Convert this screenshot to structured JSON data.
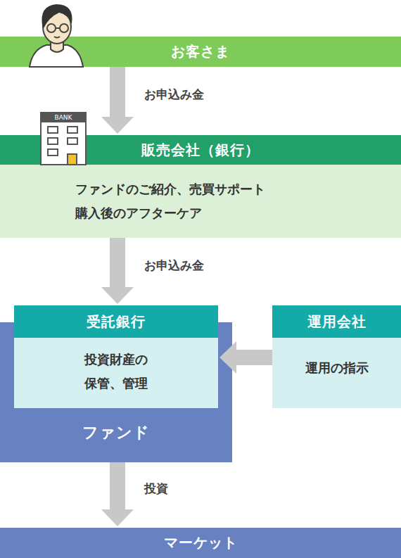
{
  "diagram": {
    "nodes": [
      {
        "text": [
          "お客さま"
        ]
      },
      {
        "text": [
          "販売会社（銀行）",
          "ファンドのご紹介、売買サポート 購入後のアフターケア"
        ]
      },
      {
        "text": [
          "ファンド"
        ]
      },
      {
        "text": [
          "受託銀行",
          "投資財産の 保管、管理"
        ],
        "in": 2
      },
      {
        "text": [
          "運用会社",
          "運用の指示"
        ]
      },
      {
        "text": [
          "マーケット"
        ]
      }
    ],
    "edges": [
      {
        "from": 0,
        "to": 1,
        "label": "お申込み金",
        "arrow": "to"
      },
      {
        "from": 1,
        "to": 3,
        "label": "お申込み金",
        "arrow": "to"
      },
      {
        "from": 4,
        "to": 3,
        "arrow": "to"
      },
      {
        "from": 2,
        "to": 5,
        "label": "投資",
        "arrow": "to"
      }
    ],
    "labels": [
      "BANK"
    ]
  }
}
